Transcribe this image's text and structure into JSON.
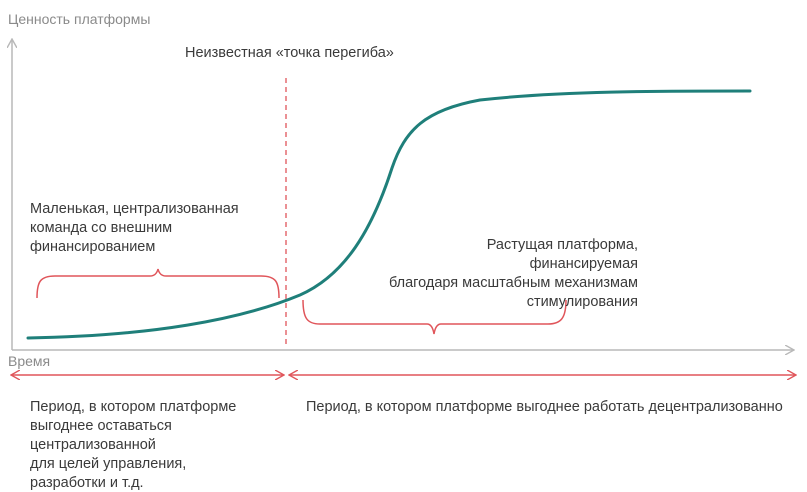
{
  "colors": {
    "curve": "#1f7f7a",
    "accent": "#e0555a",
    "axis": "#b8b8b8",
    "axis_text": "#8a8a8a",
    "text": "#3a3a3a"
  },
  "axes": {
    "y_label": "Ценность платформы",
    "x_label": "Время"
  },
  "annotations": {
    "inflection_point": "Неизвестная «точка перегиба»",
    "small_team": "Маленькая, централизованная\nкоманда со внешним\nфинансированием",
    "growing_platform": "Растущая платформа, финансируемая\nблагодаря масштабным механизмам\nстимулирования"
  },
  "periods": {
    "left": "Период, в котором платформе\nвыгоднее оставаться\nцентрализованной\nдля целей управления,\nразработки и т.д.",
    "right": "Период, в котором платформе выгоднее работать децентрализованно"
  }
}
